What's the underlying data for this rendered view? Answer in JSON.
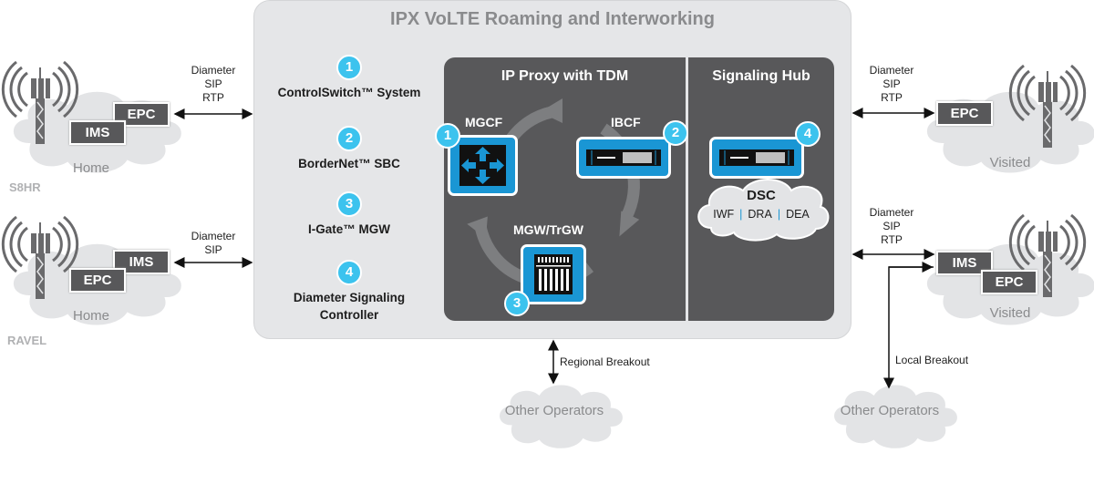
{
  "title": "IPX VoLTE Roaming and Interworking",
  "colors": {
    "accent_blue": "#1a96d4",
    "badge_blue": "#3cc3ee",
    "dark_panel": "#58585a",
    "light_panel": "#e5e6e8",
    "cloud": "#e3e4e6"
  },
  "products": [
    {
      "number": "1",
      "label": "ControlSwitch™ System"
    },
    {
      "number": "2",
      "label": "BorderNet™ SBC"
    },
    {
      "number": "3",
      "label": "I-Gate™ MGW"
    },
    {
      "number": "4",
      "label": "Diameter Signaling Controller"
    }
  ],
  "ip_proxy": {
    "title": "IP Proxy with TDM",
    "mgcf": {
      "label": "MGCF",
      "number": "1",
      "icon": "switch-arrows-icon"
    },
    "ibcf": {
      "label": "IBCF",
      "number": "2",
      "icon": "rack-server-icon"
    },
    "mgw": {
      "label": "MGW/TrGW",
      "number": "3",
      "icon": "media-gateway-icon"
    }
  },
  "signaling_hub": {
    "title": "Signaling Hub",
    "number": "4",
    "icon": "rack-server-icon",
    "dsc": {
      "title": "DSC",
      "items": [
        "IWF",
        "DRA",
        "DEA"
      ]
    }
  },
  "left_networks": [
    {
      "tag": "S8HR",
      "cloud": "Home",
      "boxes": [
        "IMS",
        "EPC"
      ],
      "protocols": [
        "Diameter",
        "SIP",
        "RTP"
      ]
    },
    {
      "tag": "RAVEL",
      "cloud": "Home",
      "boxes": [
        "EPC",
        "IMS"
      ],
      "protocols": [
        "Diameter",
        "SIP"
      ]
    }
  ],
  "right_networks": [
    {
      "cloud": "Visited",
      "boxes": [
        "EPC"
      ],
      "protocols": [
        "Diameter",
        "SIP",
        "RTP"
      ]
    },
    {
      "cloud": "Visited",
      "boxes": [
        "IMS",
        "EPC"
      ],
      "protocols": [
        "Diameter",
        "SIP",
        "RTP"
      ]
    }
  ],
  "breakouts": [
    {
      "label": "Regional Breakout",
      "cloud": "Other Operators"
    },
    {
      "label": "Local Breakout",
      "cloud": "Other Operators"
    }
  ]
}
